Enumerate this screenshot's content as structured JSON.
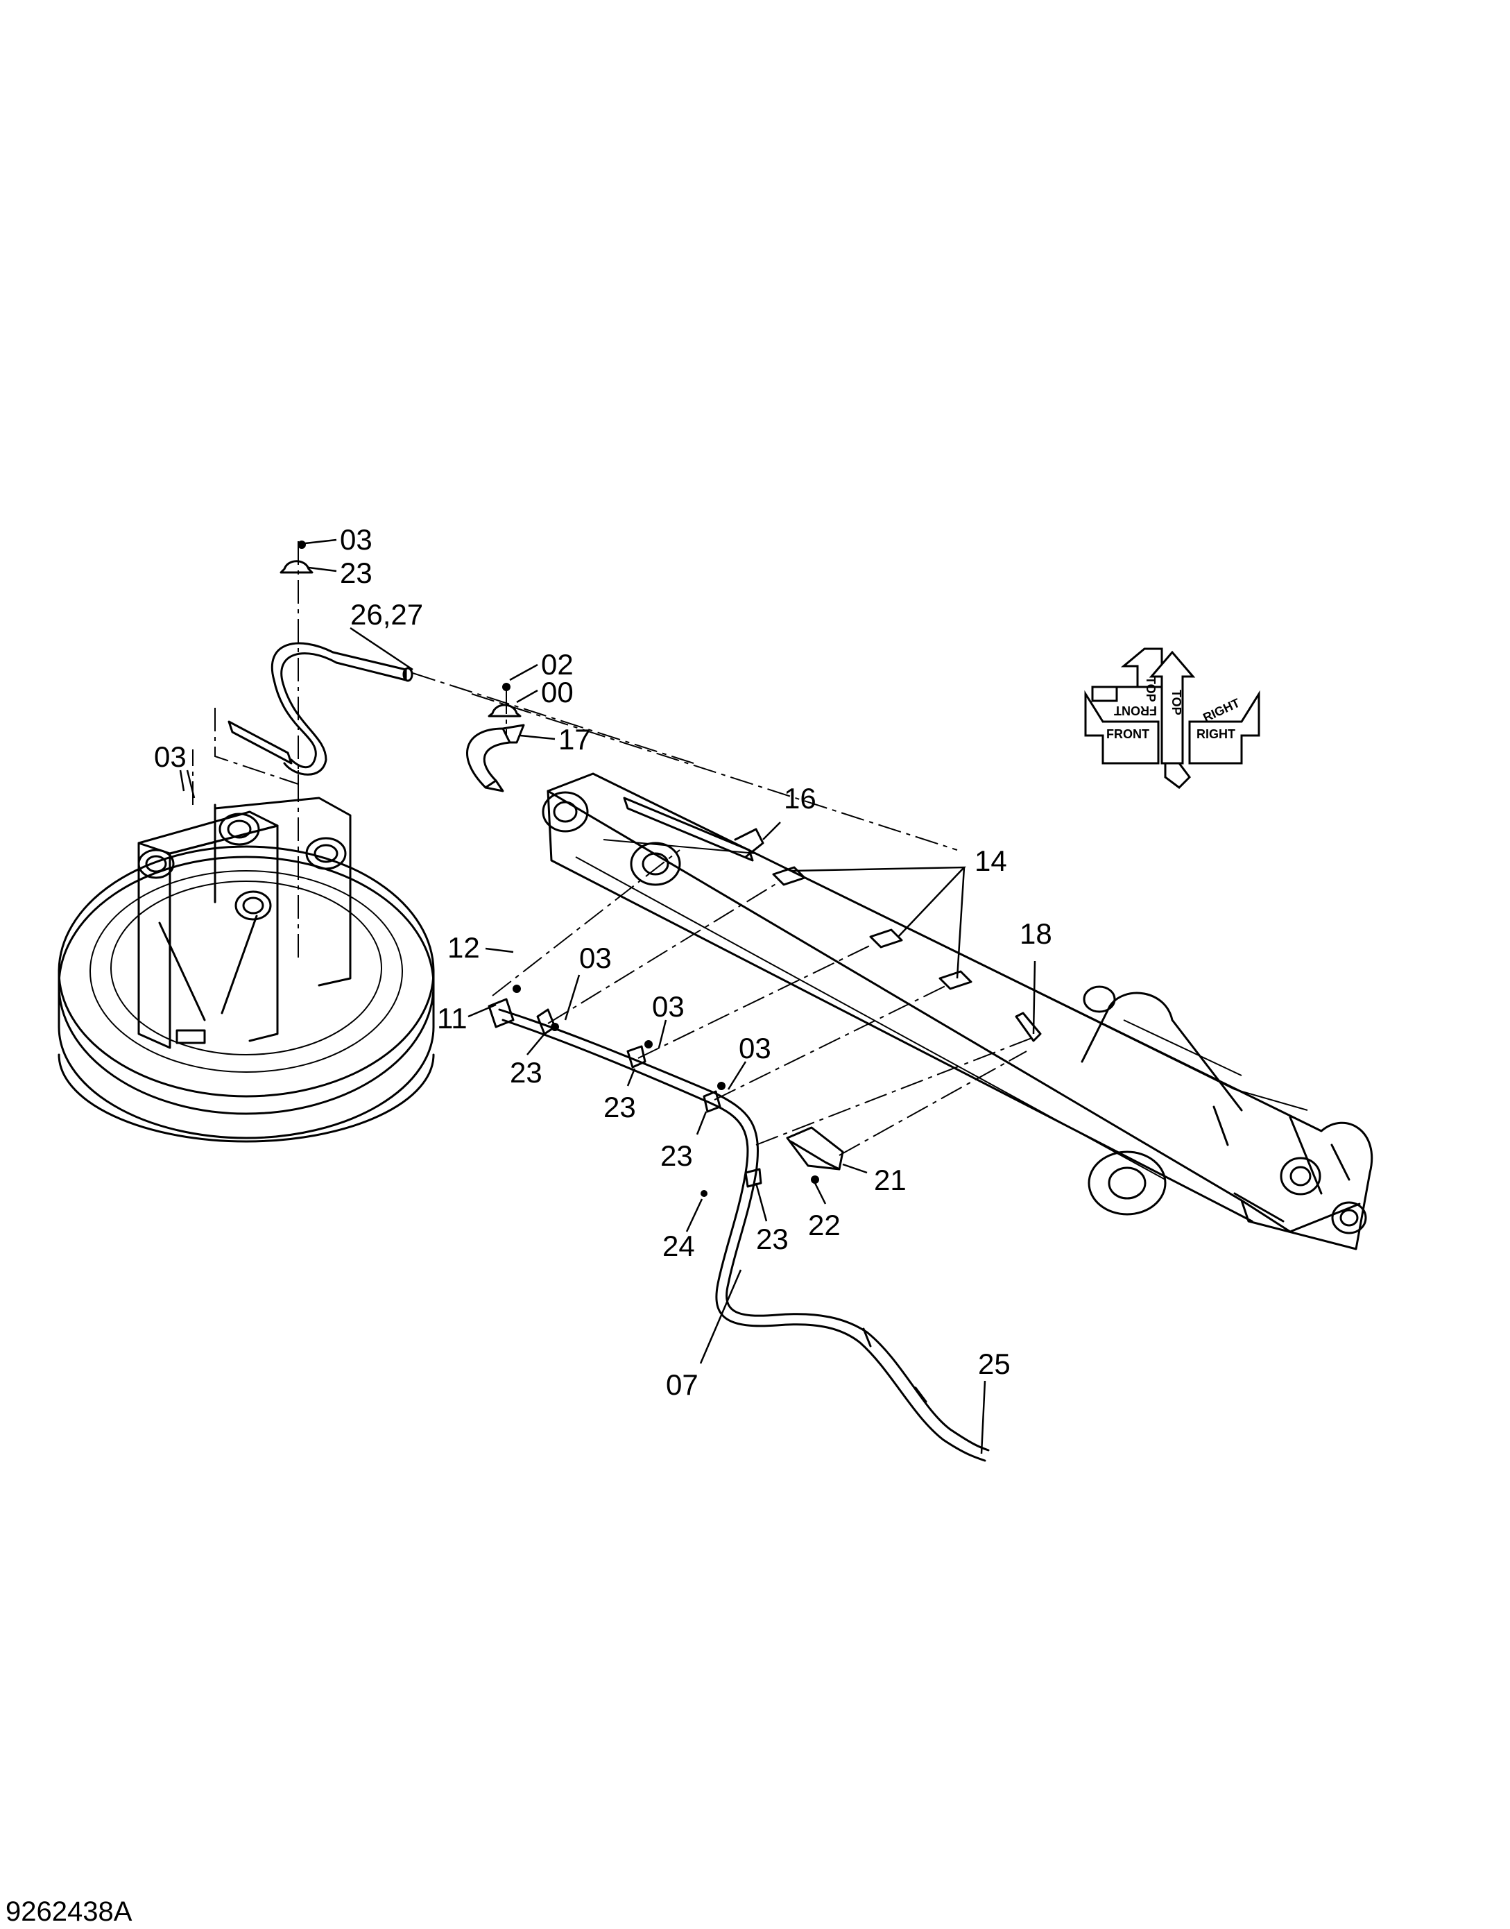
{
  "diagram": {
    "document_code": "9262438A",
    "orientation_indicator": {
      "top": "TOP",
      "front": "FRONT",
      "right": "RIGHT",
      "mirror_top": "TOP",
      "mirror_front": "FRONT",
      "mirror_right": "RIGHT"
    },
    "labels": {
      "p03_top": "03",
      "p23_top": "23",
      "p26_27": "26,27",
      "p02": "02",
      "p00": "00",
      "p17": "17",
      "p03_left": "03",
      "p16": "16",
      "p14": "14",
      "p18": "18",
      "p12": "12",
      "p03_a": "03",
      "p11": "11",
      "p03_b": "03",
      "p03_c": "03",
      "p23_a": "23",
      "p23_b": "23",
      "p23_c": "23",
      "p21": "21",
      "p22": "22",
      "p24": "24",
      "p23_d": "23",
      "p25": "25",
      "p07": "07"
    }
  }
}
